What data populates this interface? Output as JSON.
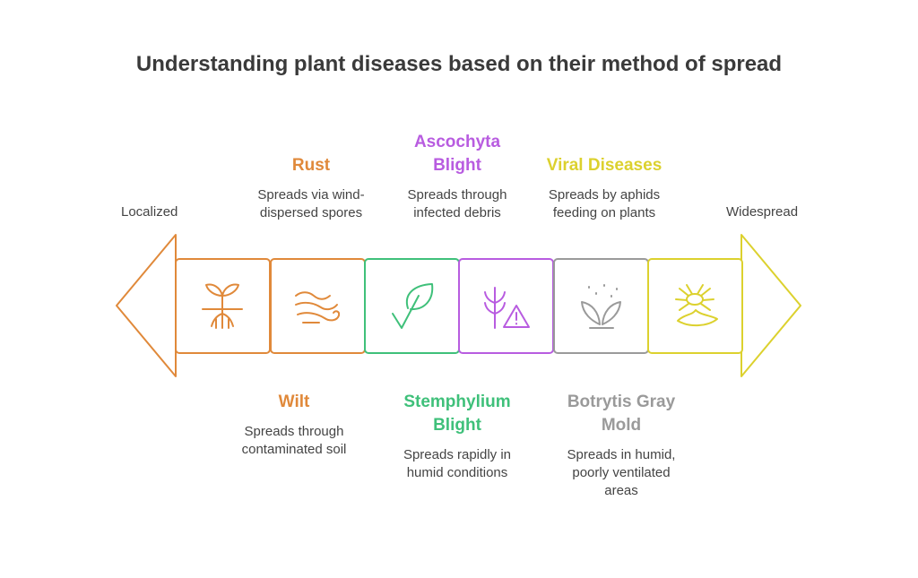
{
  "title": "Understanding plant diseases based on their method of spread",
  "ends": {
    "left": "Localized",
    "right": "Widespread"
  },
  "colors": {
    "orange": "#e0893a",
    "green": "#3fc07a",
    "purple": "#b85ce0",
    "gray": "#9a9a9a",
    "yellow": "#dcd12e",
    "text": "#444444",
    "title": "#3a3a3a"
  },
  "diseases": [
    {
      "heading": [
        "Wilt"
      ],
      "desc": [
        "Spreads through",
        "contaminated soil"
      ],
      "color": "#e0893a",
      "icon": "sprout-roots-icon",
      "position": "below"
    },
    {
      "heading": [
        "Rust"
      ],
      "desc": [
        "Spreads via wind-",
        "dispersed spores"
      ],
      "color": "#e0893a",
      "icon": "wind-icon",
      "position": "above"
    },
    {
      "heading": [
        "Stemphylium",
        "Blight"
      ],
      "desc": [
        "Spreads rapidly in",
        "humid conditions"
      ],
      "color": "#3fc07a",
      "icon": "leaf-icon",
      "position": "below"
    },
    {
      "heading": [
        "Ascochyta",
        "Blight"
      ],
      "desc": [
        "Spreads through",
        "infected debris"
      ],
      "color": "#b85ce0",
      "icon": "wheat-warning-icon",
      "position": "above"
    },
    {
      "heading": [
        "Botrytis Gray",
        "Mold"
      ],
      "desc": [
        "Spreads in humid,",
        "poorly ventilated",
        "areas"
      ],
      "color": "#9a9a9a",
      "icon": "leaves-spores-icon",
      "position": "below"
    },
    {
      "heading": [
        "Viral Diseases"
      ],
      "desc": [
        "Spreads by aphids",
        "feeding on plants"
      ],
      "color": "#dcd12e",
      "icon": "aphid-on-leaf-icon",
      "position": "above"
    }
  ]
}
